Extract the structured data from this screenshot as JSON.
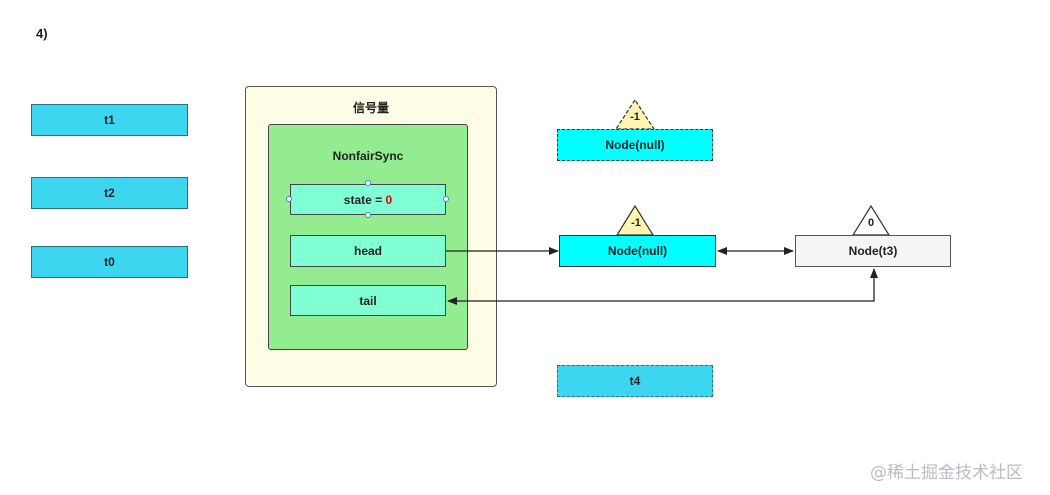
{
  "step_label": "4)",
  "threads": {
    "t1": "t1",
    "t2": "t2",
    "t0": "t0",
    "t4": "t4"
  },
  "semaphore": {
    "title": "信号量",
    "sync": {
      "title": "NonfairSync",
      "state_label": "state = ",
      "state_value": "0",
      "head_label": "head",
      "tail_label": "tail"
    }
  },
  "nodes": {
    "node_null_dashed": "Node(null)",
    "node_null_dashed_status": "-1",
    "node_null_head": "Node(null)",
    "node_null_head_status": "-1",
    "node_t3": "Node(t3)",
    "node_t3_status": "0"
  },
  "watermark": "@稀土掘金技术社区",
  "colors": {
    "thread_fill": "#3dd6f0",
    "semaphore_fill": "#fffde6",
    "sync_fill": "#93ec90",
    "field_fill": "#80ffd4",
    "node_null_fill": "#00ffff",
    "node_t3_fill": "#f5f5f5",
    "status_triangle_fill": "#fff4b0",
    "state_value_color": "#e00000"
  }
}
